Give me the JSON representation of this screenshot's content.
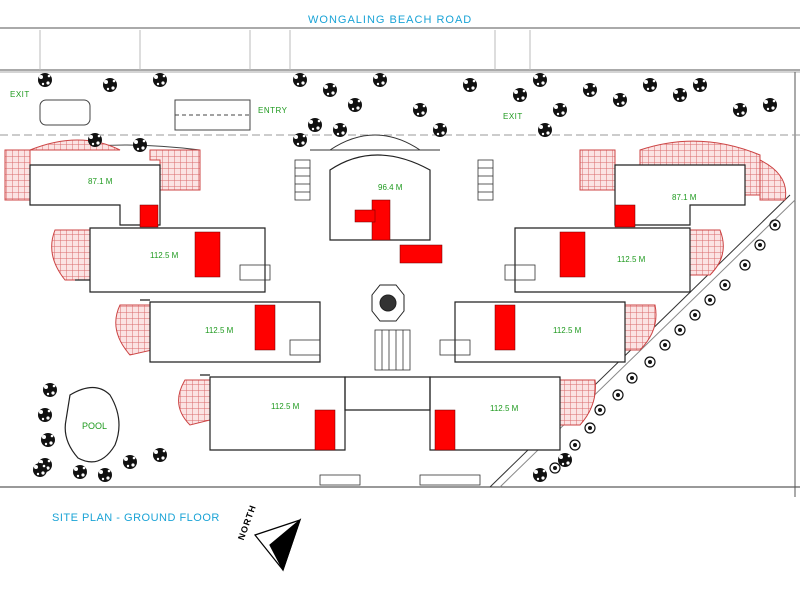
{
  "road": {
    "name": "WONGALING   BEACH   ROAD"
  },
  "signs": {
    "exit_left": "EXIT",
    "entry": "ENTRY",
    "exit_right": "EXIT"
  },
  "units": {
    "top_left": "87.1 M",
    "office": "96.4 M",
    "top_right": "87.1 M",
    "left_2": "112.5 M",
    "right_2": "112.5 M",
    "left_3": "112.5 M",
    "right_3": "112.5 M",
    "left_4": "112.5 M",
    "right_4": "112.5 M"
  },
  "pool_label": "POOL",
  "drawing_title": "SITE PLAN - GROUND FLOOR",
  "compass_label": "NORTH",
  "colors": {
    "label_cyan": "#1aa3d6",
    "area_green": "#1f9a1f",
    "wet_area_red": "#ff0000",
    "deck_hatch": "#d9696b",
    "tree": "#000000",
    "line": "#222222"
  }
}
